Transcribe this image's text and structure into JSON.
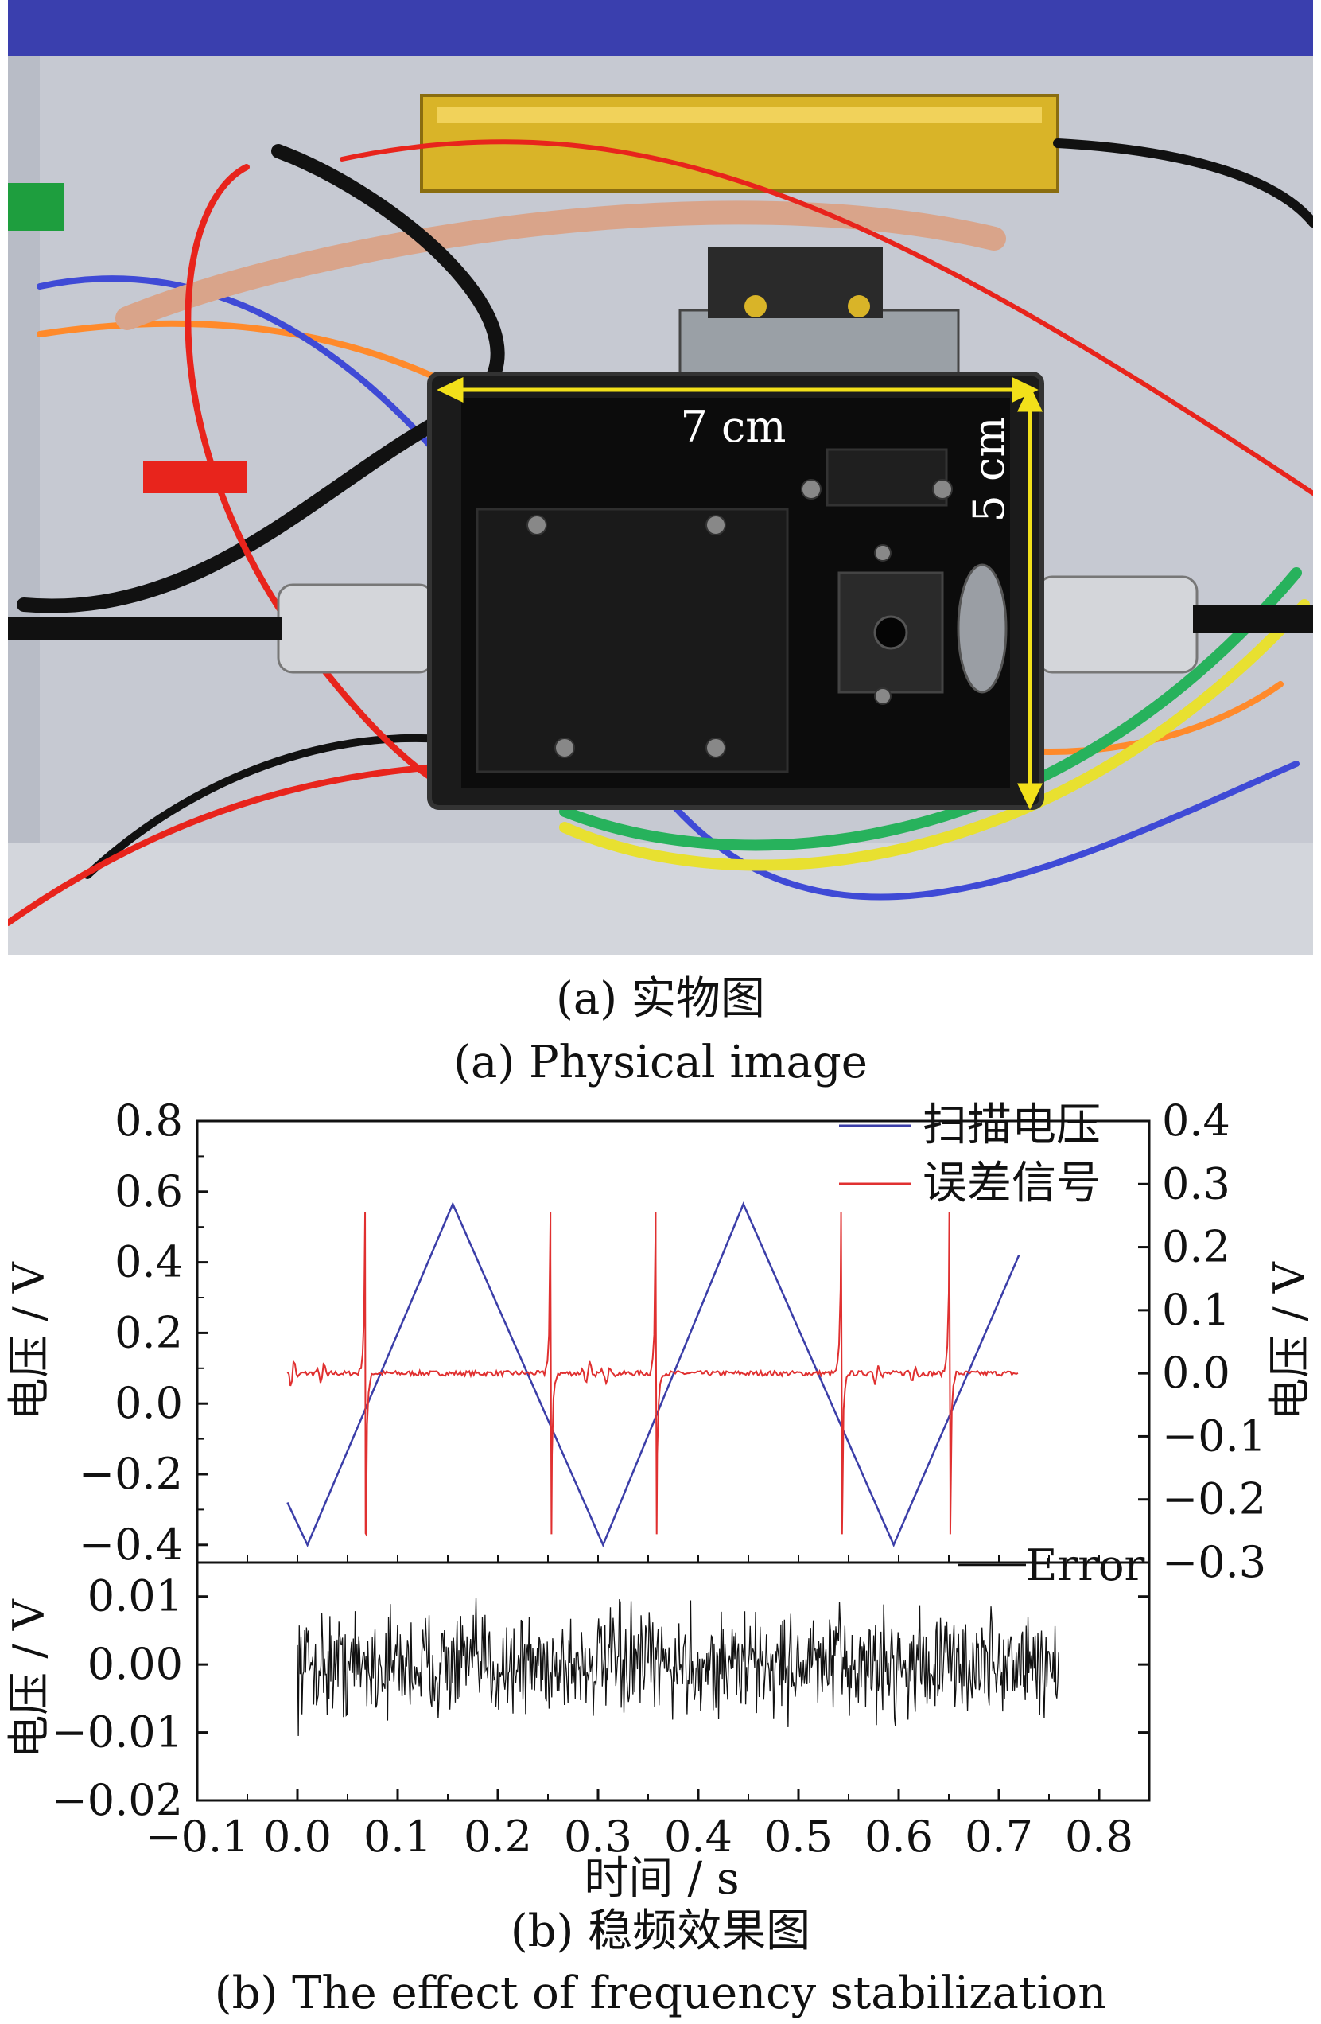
{
  "figure": {
    "photo": {
      "labels": {
        "width": "7 cm",
        "height": "5 cm"
      },
      "colors": {
        "background": "#c6c9d2",
        "enclosure": "#1b1b1b",
        "gold_module": "#d9b428",
        "dimension_arrow": "#f2e01a",
        "wire_red": "#e8241c",
        "wire_black": "#111111",
        "wire_blue": "#3f4ad6",
        "wire_orange": "#ff8a2b",
        "wire_green": "#27b25c",
        "wire_yellow": "#e8e030",
        "copper_coax": "#d9a48a",
        "aluminum": "#d4d6da"
      }
    },
    "caption_a_cn": "(a) 实物图",
    "caption_a_en": "(a) Physical image",
    "caption_b_cn": "(b) 稳频效果图",
    "caption_b_en": "(b) The effect of frequency stabilization"
  },
  "chart_data": [
    {
      "type": "line",
      "panel": "top",
      "ylabel_left": "电压 / V",
      "ylabel_right": "电压 / V",
      "ylim_left": [
        -0.45,
        0.8
      ],
      "ylim_right": [
        -0.3,
        0.4
      ],
      "yticks_left": [
        -0.4,
        -0.2,
        0.0,
        0.2,
        0.4,
        0.6,
        0.8
      ],
      "yticks_right": [
        -0.3,
        -0.2,
        -0.1,
        0.0,
        0.1,
        0.2,
        0.3,
        0.4
      ],
      "ytick_labels_left": [
        "−0.4",
        "−0.2",
        "0.0",
        "0.2",
        "0.4",
        "0.6",
        "0.8"
      ],
      "ytick_labels_right": [
        "−0.3",
        "−0.2",
        "−0.1",
        "0.0",
        "0.1",
        "0.2",
        "0.3",
        "0.4"
      ],
      "legend_position": "top-right",
      "series": [
        {
          "name": "扫描电压",
          "color": "#3b3ea8",
          "axis": "left",
          "x": [
            -0.01,
            0.01,
            0.155,
            0.305,
            0.445,
            0.595,
            0.72
          ],
          "y": [
            -0.28,
            -0.4,
            0.565,
            -0.4,
            0.565,
            -0.4,
            0.42
          ]
        },
        {
          "name": "误差信号",
          "color": "#e03030",
          "axis": "right",
          "baseline": 0.0,
          "x_range": [
            -0.01,
            0.72
          ],
          "spikes": [
            {
              "x": 0.068,
              "amp": 0.255
            },
            {
              "x": 0.253,
              "amp": 0.255
            },
            {
              "x": 0.358,
              "amp": 0.255
            },
            {
              "x": 0.543,
              "amp": 0.255
            },
            {
              "x": 0.651,
              "amp": 0.255
            }
          ],
          "small_features": [
            {
              "x": -0.005,
              "amp": 0.03
            },
            {
              "x": 0.025,
              "amp": 0.02
            },
            {
              "x": 0.29,
              "amp": 0.025
            },
            {
              "x": 0.31,
              "amp": 0.02
            },
            {
              "x": 0.578,
              "amp": 0.025
            },
            {
              "x": 0.615,
              "amp": 0.02
            }
          ]
        }
      ]
    },
    {
      "type": "line",
      "panel": "bottom",
      "xlabel": "时间 / s",
      "ylabel": "电压 / V",
      "xlim": [
        -0.1,
        0.85
      ],
      "ylim": [
        -0.02,
        0.015
      ],
      "xticks": [
        -0.1,
        0.0,
        0.1,
        0.2,
        0.3,
        0.4,
        0.5,
        0.6,
        0.7,
        0.8
      ],
      "xtick_labels": [
        "−0.1",
        "0.0",
        "0.1",
        "0.2",
        "0.3",
        "0.4",
        "0.5",
        "0.6",
        "0.7",
        "0.8"
      ],
      "yticks": [
        -0.02,
        -0.01,
        0.0,
        0.01
      ],
      "ytick_labels": [
        "−0.02",
        "−0.01",
        "0.00",
        "0.01"
      ],
      "legend_position": "top-right",
      "series": [
        {
          "name": "Error",
          "color": "#111111",
          "x_range": [
            0.0,
            0.76
          ],
          "noise_amplitude": 0.0125,
          "typical_std": 0.004
        }
      ]
    }
  ]
}
